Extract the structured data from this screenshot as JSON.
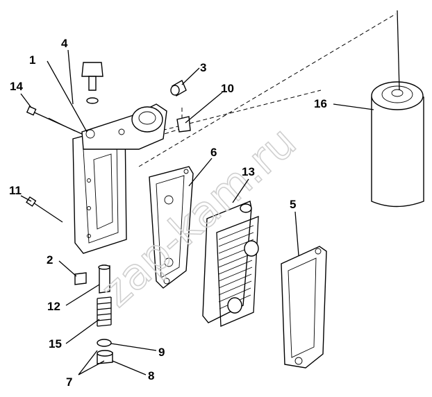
{
  "diagram": {
    "watermark": "zap-kam.ru",
    "part_numbers": [
      "1",
      "2",
      "3",
      "4",
      "5",
      "6",
      "7",
      "8",
      "9",
      "10",
      "11",
      "12",
      "13",
      "14",
      "15",
      "16"
    ]
  }
}
